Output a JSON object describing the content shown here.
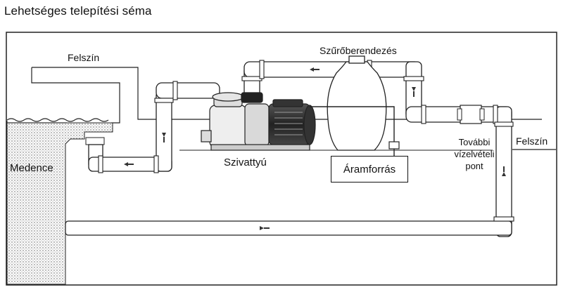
{
  "title": "Lehetséges telepítési séma",
  "labels": {
    "surface_left": "Felszín",
    "surface_right": "Felszín",
    "filter": "Szűrőberendezés",
    "pool": "Medence",
    "pump": "Szivattyú",
    "power": "Áramforrás",
    "extra_outlet": [
      "További",
      "vízelvételi",
      "pont"
    ]
  },
  "colors": {
    "line": "#222222",
    "pipe_fill": "#ffffff",
    "hatch": "#555555"
  }
}
